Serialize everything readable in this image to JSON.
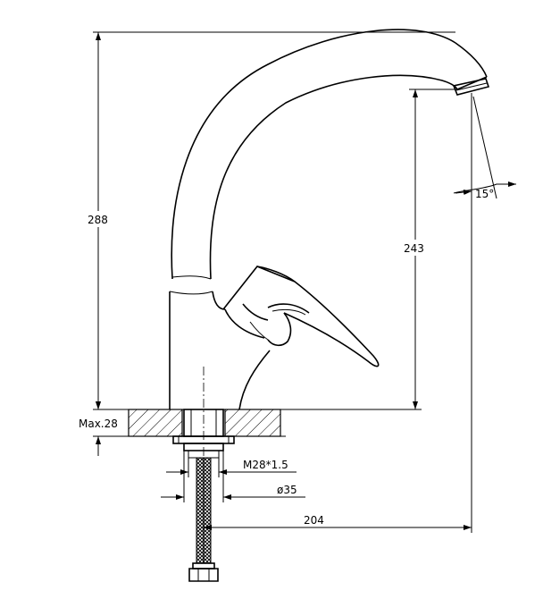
{
  "drawing": {
    "subject": "single-lever faucet",
    "line_color": "#000000",
    "background": "#ffffff"
  },
  "dimensions": {
    "total_height": "288",
    "spout_height": "243",
    "spout_angle": "15°",
    "max_counter_thickness": "Max.28",
    "thread": "M28*1.5",
    "diameter": "ø35",
    "spout_reach": "204"
  }
}
